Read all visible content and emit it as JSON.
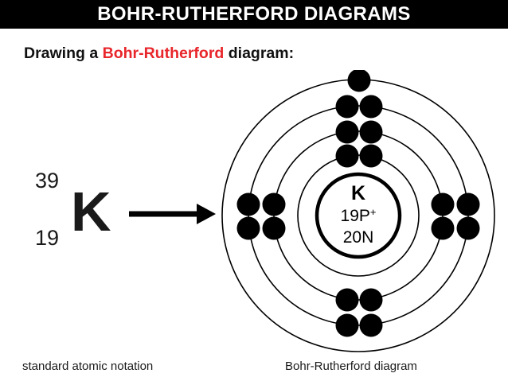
{
  "header": {
    "title": "BOHR-RUTHERFORD DIAGRAMS"
  },
  "subtitle": {
    "before": "Drawing a ",
    "accent": "Bohr-Rutherford",
    "after": " diagram:",
    "accent_color": "#E8262B"
  },
  "notation": {
    "mass_number": "39",
    "atomic_number": "19",
    "element_symbol": "K"
  },
  "arrow": {
    "name": "right-arrow"
  },
  "diagram": {
    "nucleus": {
      "symbol": "K",
      "protons": "19P",
      "proton_charge": "+",
      "neutrons": "20N"
    },
    "shells": [
      {
        "index": 1,
        "electrons": 2
      },
      {
        "index": 2,
        "electrons": 8
      },
      {
        "index": 3,
        "electrons": 8
      },
      {
        "index": 4,
        "electrons": 1
      }
    ],
    "electron_configuration": "2, 8, 8, 1",
    "total_electrons": 19
  },
  "captions": {
    "left": "standard atomic notation",
    "right": "Bohr-Rutherford diagram"
  },
  "colors": {
    "header_bg": "#000000",
    "header_text": "#ffffff",
    "accent_red": "#E8262B",
    "ink": "#000000",
    "page_bg": "#ffffff"
  }
}
